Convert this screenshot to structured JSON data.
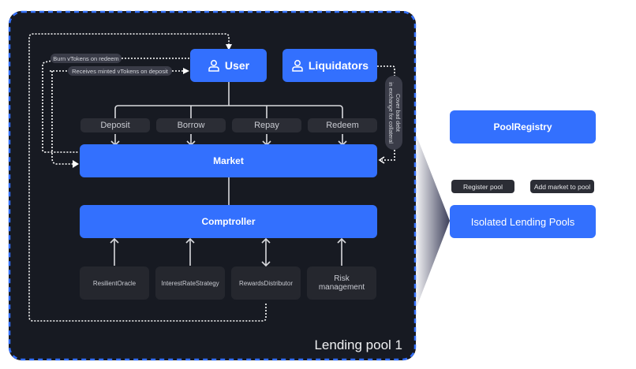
{
  "diagram": {
    "pool_title": "Lending pool 1",
    "actors": [
      {
        "label": "User",
        "icon": "user-icon"
      },
      {
        "label": "Liquidators",
        "icon": "user-icon"
      }
    ],
    "flow_labels": {
      "burn": "Burn vTokens on redeem",
      "receive": "Receives minted vTokens on deposit",
      "liquidator_note_line1": "Cover bad debt",
      "liquidator_note_line2": "in exchange for collateral"
    },
    "actions": [
      "Deposit",
      "Borrow",
      "Repay",
      "Redeem"
    ],
    "market": "Market",
    "comptroller": "Comptroller",
    "modules": [
      {
        "label": "ResilientOracle",
        "arrow": "up"
      },
      {
        "label": "InterestRateStrategy",
        "arrow": "up"
      },
      {
        "label": "RewardsDistributor",
        "arrow": "both"
      },
      {
        "label": "Risk management",
        "arrow": "up"
      }
    ],
    "registry": {
      "title": "PoolRegistry",
      "actions": [
        "Register pool",
        "Add market to pool"
      ],
      "pools": "Isolated Lending Pools"
    },
    "colors": {
      "panel_bg": "#171a22",
      "accent_blue": "#3370fe",
      "chip_bg": "#2b2d35",
      "pill_bg": "#3a3c48"
    }
  }
}
